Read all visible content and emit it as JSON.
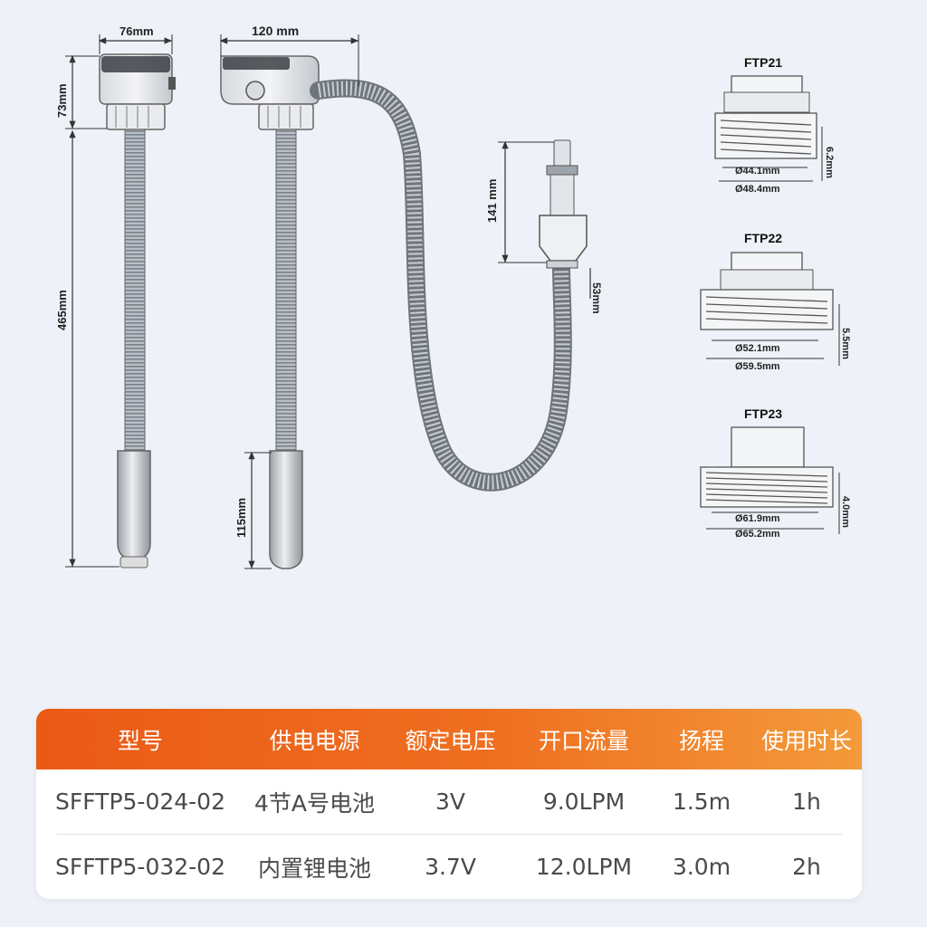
{
  "diagram": {
    "dimensions": {
      "pump1_width": "76mm",
      "pump1_head_height": "73mm",
      "pump1_total_length": "465mm",
      "pump2_width": "120 mm",
      "handle_length": "115mm",
      "nozzle_length": "141 mm",
      "nozzle_base": "53mm"
    },
    "adapters": [
      {
        "name": "FTP21",
        "inner": "Ø44.1mm",
        "outer": "Ø48.4mm",
        "pitch": "6.2mm"
      },
      {
        "name": "FTP22",
        "inner": "Ø52.1mm",
        "outer": "Ø59.5mm",
        "pitch": "5.5mm"
      },
      {
        "name": "FTP23",
        "inner": "Ø61.9mm",
        "outer": "Ø65.2mm",
        "pitch": "4.0mm"
      }
    ]
  },
  "table": {
    "accent_color": "#ea5a16",
    "headers": [
      "型号",
      "供电电源",
      "额定电压",
      "开口流量",
      "扬程",
      "使用时长"
    ],
    "rows": [
      [
        "SFFTP5-024-02",
        "4节A号电池",
        "3V",
        "9.0LPM",
        "1.5m",
        "1h"
      ],
      [
        "SFFTP5-032-02",
        "内置锂电池",
        "3.7V",
        "12.0LPM",
        "3.0m",
        "2h"
      ]
    ]
  }
}
